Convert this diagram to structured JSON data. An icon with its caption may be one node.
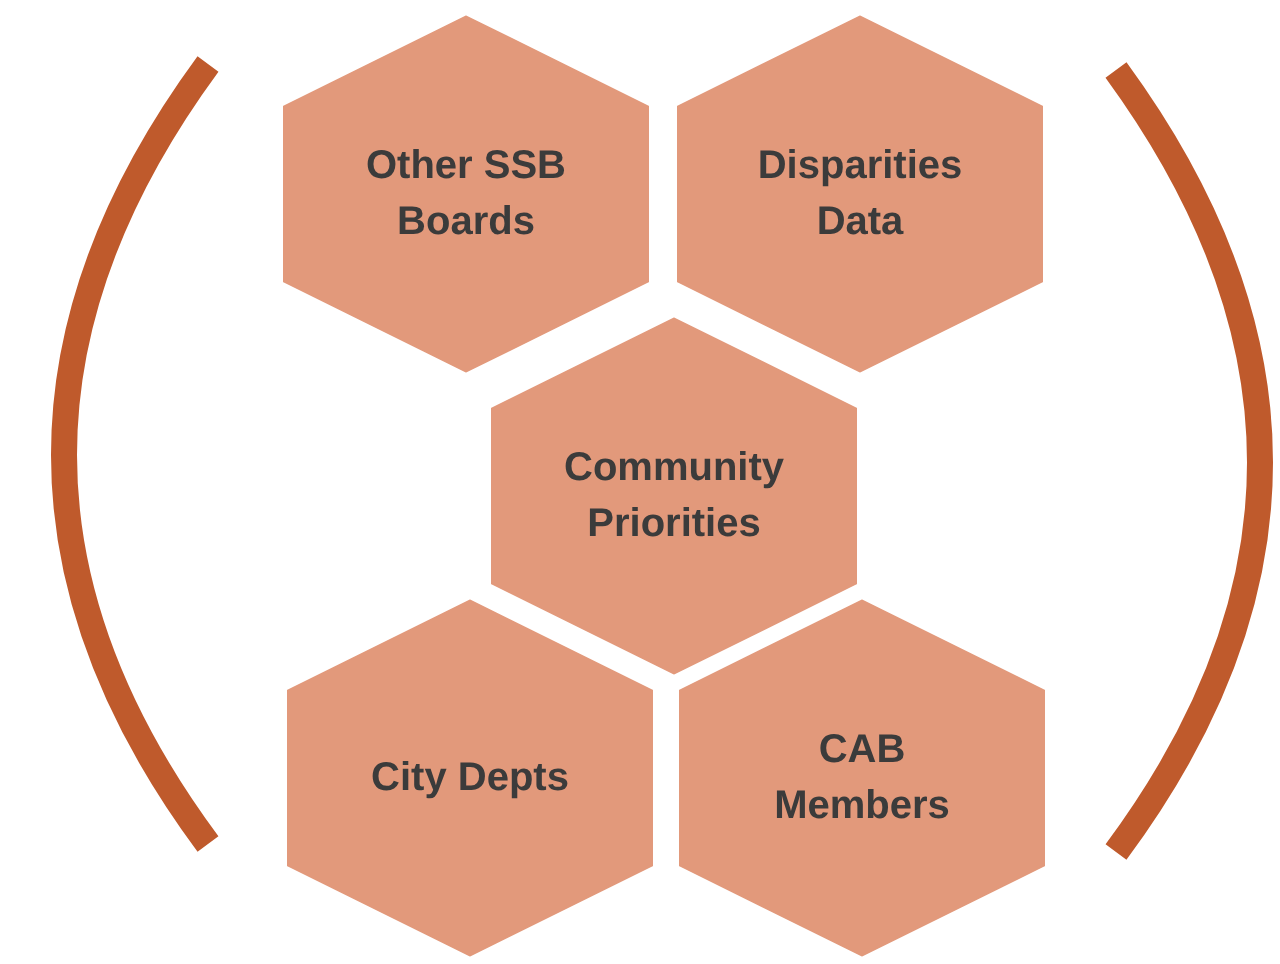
{
  "diagram": {
    "nodes": [
      {
        "text": [
          "Other SSB Boards"
        ]
      },
      {
        "text": [
          "Disparities Data"
        ]
      },
      {
        "text": [
          "Community Priorities"
        ]
      },
      {
        "text": [
          "City Depts"
        ]
      },
      {
        "text": [
          "CAB Members"
        ]
      }
    ]
  }
}
